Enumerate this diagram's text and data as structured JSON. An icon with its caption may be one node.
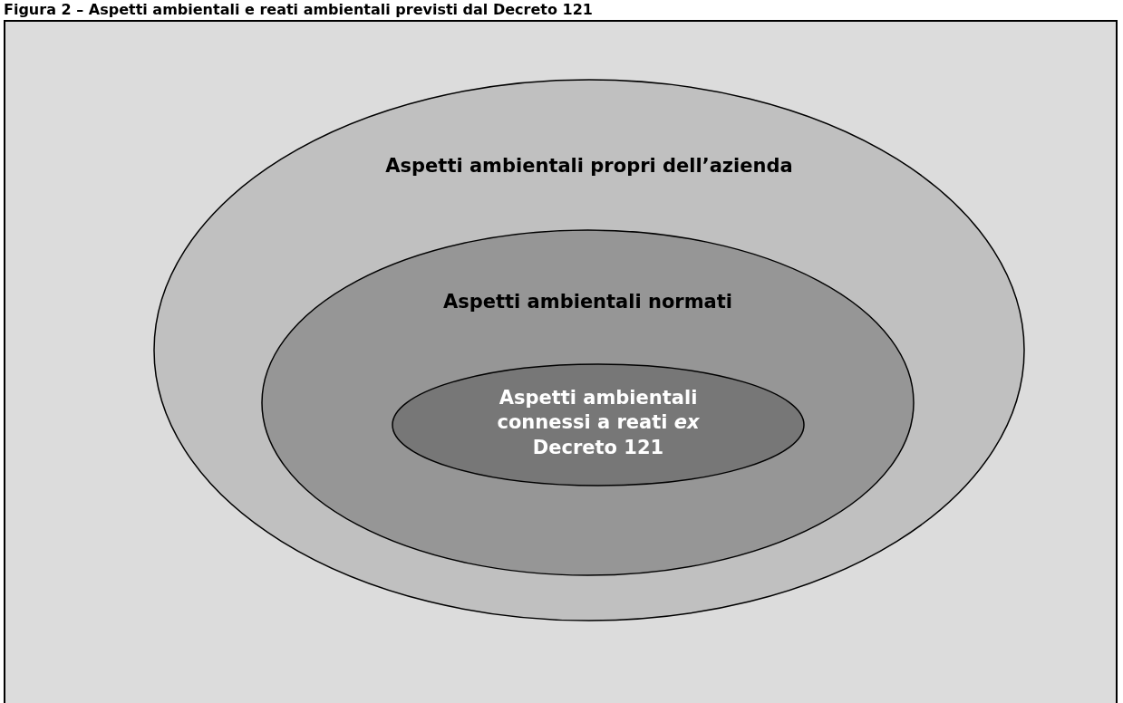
{
  "diagram": {
    "title": "Figura 2 – Aspetti ambientali e reati ambientali previsti dal Decreto 121",
    "nodes": [
      {
        "text": [
          "Aspetti ambientali propri dell’azienda"
        ]
      },
      {
        "text": [
          "Aspetti ambientali normati"
        ],
        "in": 0
      },
      {
        "text": [
          "Aspetti ambientali connessi a reati *ex* Decreto 121"
        ],
        "in": 1
      }
    ]
  }
}
